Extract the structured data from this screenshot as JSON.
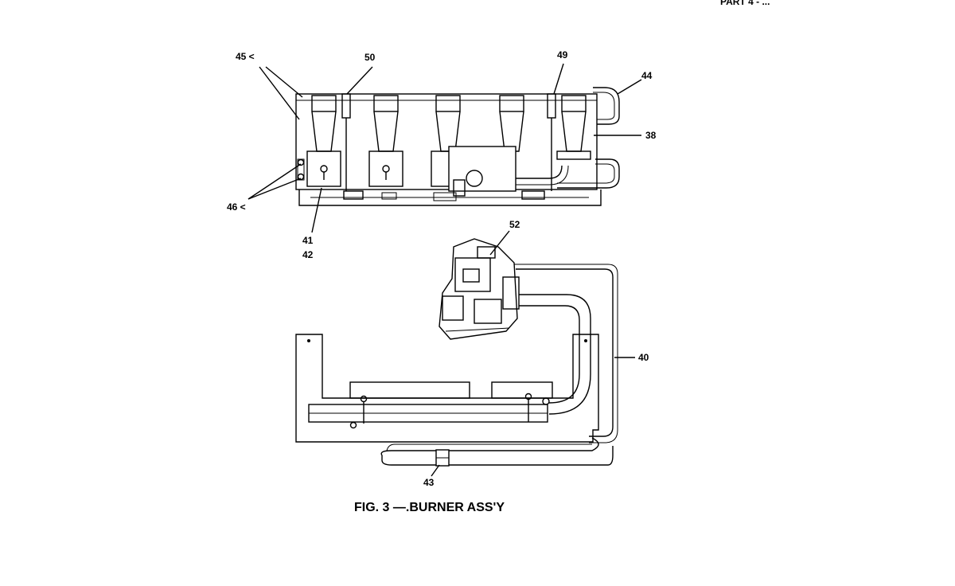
{
  "header_fragment": "PART 4 - ...",
  "caption": "FIG. 3 —.BURNER ASS'Y",
  "callouts": {
    "c45": "45 <",
    "c50": "50",
    "c49": "49",
    "c44": "44",
    "c38": "38",
    "c46": "46 <",
    "c41": "41",
    "c42": "42",
    "c52": "52",
    "c40": "40",
    "c43": "43"
  },
  "colors": {
    "ink": "#000000",
    "paper": "#ffffff"
  }
}
